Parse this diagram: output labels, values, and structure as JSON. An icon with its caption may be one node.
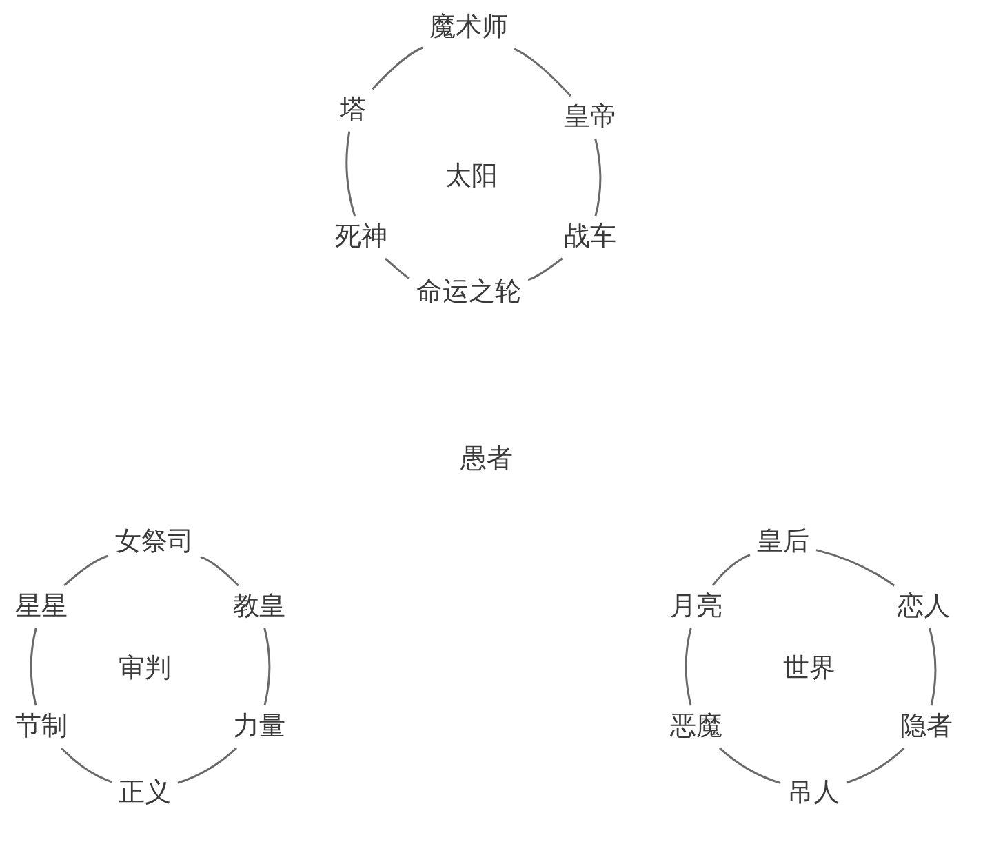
{
  "diagram": {
    "nodes": [
      {
        "text": [
          "魔术师"
        ]
      },
      {
        "text": [
          "塔"
        ]
      },
      {
        "text": [
          "皇帝"
        ]
      },
      {
        "text": [
          "死神"
        ]
      },
      {
        "text": [
          "战车"
        ]
      },
      {
        "text": [
          "命运之轮"
        ]
      },
      {
        "text": [
          "女祭司"
        ]
      },
      {
        "text": [
          "星星"
        ]
      },
      {
        "text": [
          "教皇"
        ]
      },
      {
        "text": [
          "节制"
        ]
      },
      {
        "text": [
          "力量"
        ]
      },
      {
        "text": [
          "正义"
        ]
      },
      {
        "text": [
          "皇后"
        ]
      },
      {
        "text": [
          "月亮"
        ]
      },
      {
        "text": [
          "恋人"
        ]
      },
      {
        "text": [
          "恶魔"
        ]
      },
      {
        "text": [
          "隐者"
        ]
      },
      {
        "text": [
          "吊人"
        ]
      }
    ],
    "edges": [
      {
        "from": 0,
        "to": 2,
        "arrow": "none"
      },
      {
        "from": 2,
        "to": 4,
        "arrow": "none"
      },
      {
        "from": 4,
        "to": 5,
        "arrow": "none"
      },
      {
        "from": 5,
        "to": 3,
        "arrow": "none"
      },
      {
        "from": 3,
        "to": 1,
        "arrow": "none"
      },
      {
        "from": 1,
        "to": 0,
        "arrow": "none"
      },
      {
        "from": 6,
        "to": 8,
        "arrow": "none"
      },
      {
        "from": 8,
        "to": 10,
        "arrow": "none"
      },
      {
        "from": 10,
        "to": 11,
        "arrow": "none"
      },
      {
        "from": 11,
        "to": 9,
        "arrow": "none"
      },
      {
        "from": 9,
        "to": 7,
        "arrow": "none"
      },
      {
        "from": 7,
        "to": 6,
        "arrow": "none"
      },
      {
        "from": 12,
        "to": 14,
        "arrow": "none"
      },
      {
        "from": 14,
        "to": 16,
        "arrow": "none"
      },
      {
        "from": 16,
        "to": 17,
        "arrow": "none"
      },
      {
        "from": 17,
        "to": 15,
        "arrow": "none"
      },
      {
        "from": 15,
        "to": 13,
        "arrow": "none"
      },
      {
        "from": 13,
        "to": 12,
        "arrow": "none"
      }
    ],
    "labels": [
      "太阳",
      "愚者",
      "审判",
      "世界"
    ]
  }
}
